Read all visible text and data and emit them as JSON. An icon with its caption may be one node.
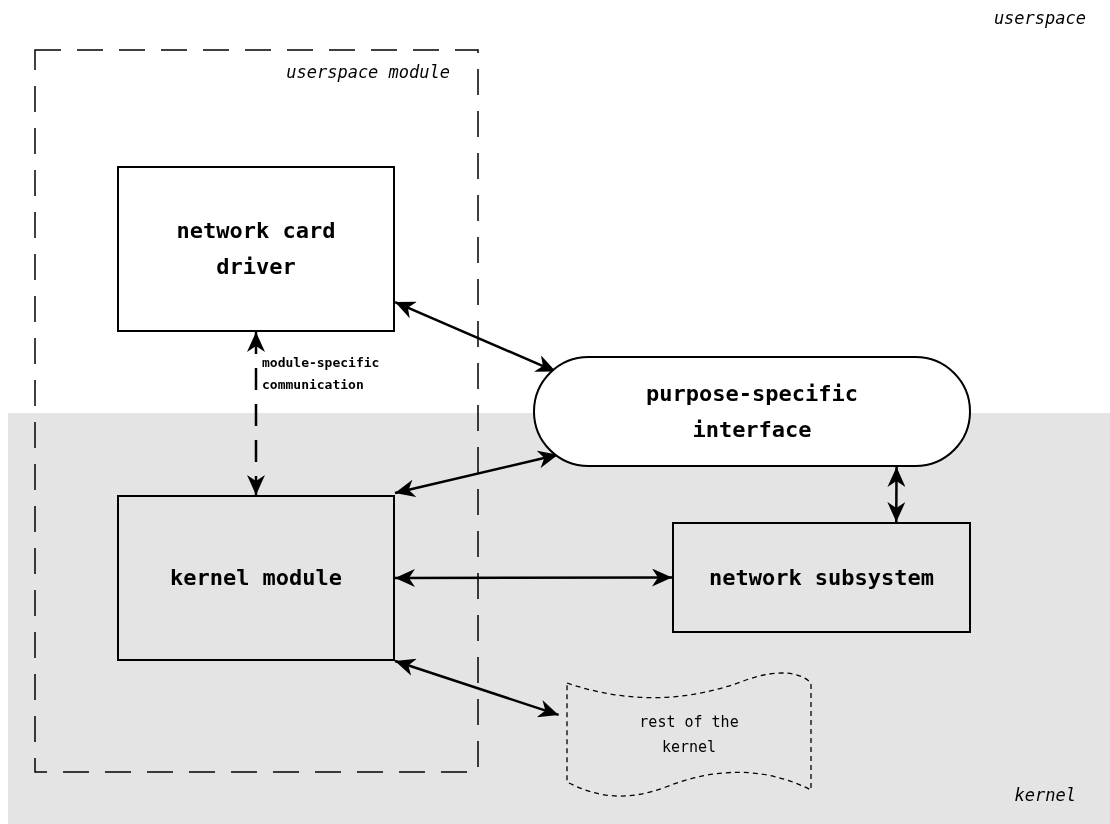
{
  "diagram": {
    "nodes": [
      {
        "text": [
          "userspace module"
        ]
      },
      {
        "text": [
          "network card driver"
        ],
        "in": 0
      },
      {
        "text": [
          "kernel module"
        ],
        "in": 0
      },
      {
        "text": [
          "purpose-specific interface"
        ]
      },
      {
        "text": [
          "network subsystem"
        ]
      },
      {
        "text": [
          "rest of the kernel"
        ]
      }
    ],
    "edges": [
      {
        "from": 1,
        "to": 2,
        "arrow": "both",
        "label": "module-specific communication",
        "style": "dashed"
      },
      {
        "from": 1,
        "to": 3,
        "arrow": "both"
      },
      {
        "from": 2,
        "to": 3,
        "arrow": "both"
      },
      {
        "from": 2,
        "to": 4,
        "arrow": "both"
      },
      {
        "from": 3,
        "to": 4,
        "arrow": "both"
      },
      {
        "from": 2,
        "to": 5,
        "arrow": "both"
      }
    ],
    "labels": [
      "userspace",
      "kernel"
    ]
  }
}
